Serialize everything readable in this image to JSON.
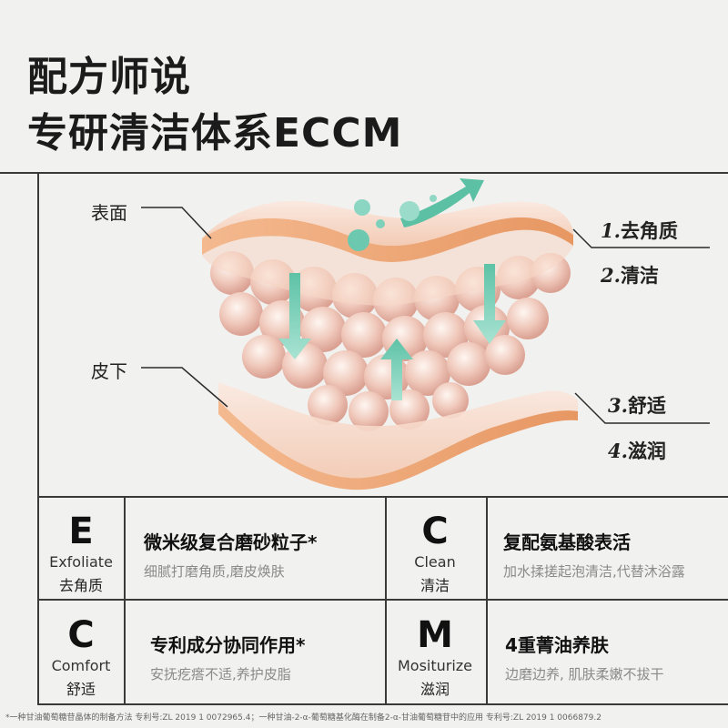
{
  "header": {
    "title_line1": "配方师说",
    "title_line2": "专研清洁体系ECCM"
  },
  "diagram": {
    "label_surface": "表面",
    "label_subdermal": "皮下",
    "steps": [
      {
        "number": "1.",
        "label": "去角质"
      },
      {
        "number": "2.",
        "label": "清洁"
      },
      {
        "number": "3.",
        "label": "舒适"
      },
      {
        "number": "4.",
        "label": "滋润"
      }
    ]
  },
  "cards": [
    {
      "letter": "E",
      "en": "Exfoliate",
      "cn": "去角质",
      "feature": "微米级复合磨砂粒子*",
      "desc": "细腻打磨角质,磨皮焕肤"
    },
    {
      "letter": "C",
      "en": "Clean",
      "cn": "清洁",
      "feature": "复配氨基酸表活",
      "desc": "加水揉搓起泡清洁,代替沐浴露"
    },
    {
      "letter": "C",
      "en": "Comfort",
      "cn": "舒适",
      "feature": "专利成分协同作用*",
      "desc": "安抚疙瘩不适,养护皮脂"
    },
    {
      "letter": "M",
      "en": "Mositurize",
      "cn": "滋润",
      "feature": "4重菁油养肤",
      "desc": "边磨边养, 肌肤柔嫩不拔干"
    }
  ],
  "footnote": "*一种甘油葡萄糖苷晶体的制备方法 专利号:ZL 2019 1 0072965.4；一种甘油-2-α-葡萄糖基化酶在制备2-α-甘油葡萄糖苷中的应用 专利号:ZL 2019 1 0066879.2",
  "colors": {
    "background": "#f1f1ef",
    "line": "#3a3a3a",
    "skin": "#f2c29e",
    "skin_edge": "#e39a6b",
    "arrow": "#6fc9b0"
  }
}
